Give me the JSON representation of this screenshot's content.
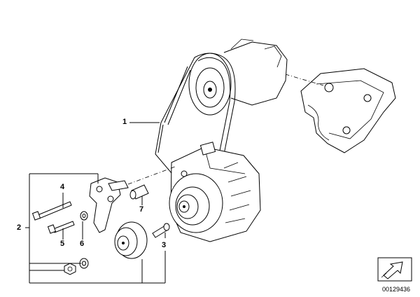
{
  "callouts": {
    "c1": "1",
    "c2": "2",
    "c3": "3",
    "c4": "4",
    "c5": "5",
    "c6": "6",
    "c7": "7"
  },
  "diagram_code": "00129436",
  "icons": {
    "nav": "arrow-badge-icon"
  }
}
